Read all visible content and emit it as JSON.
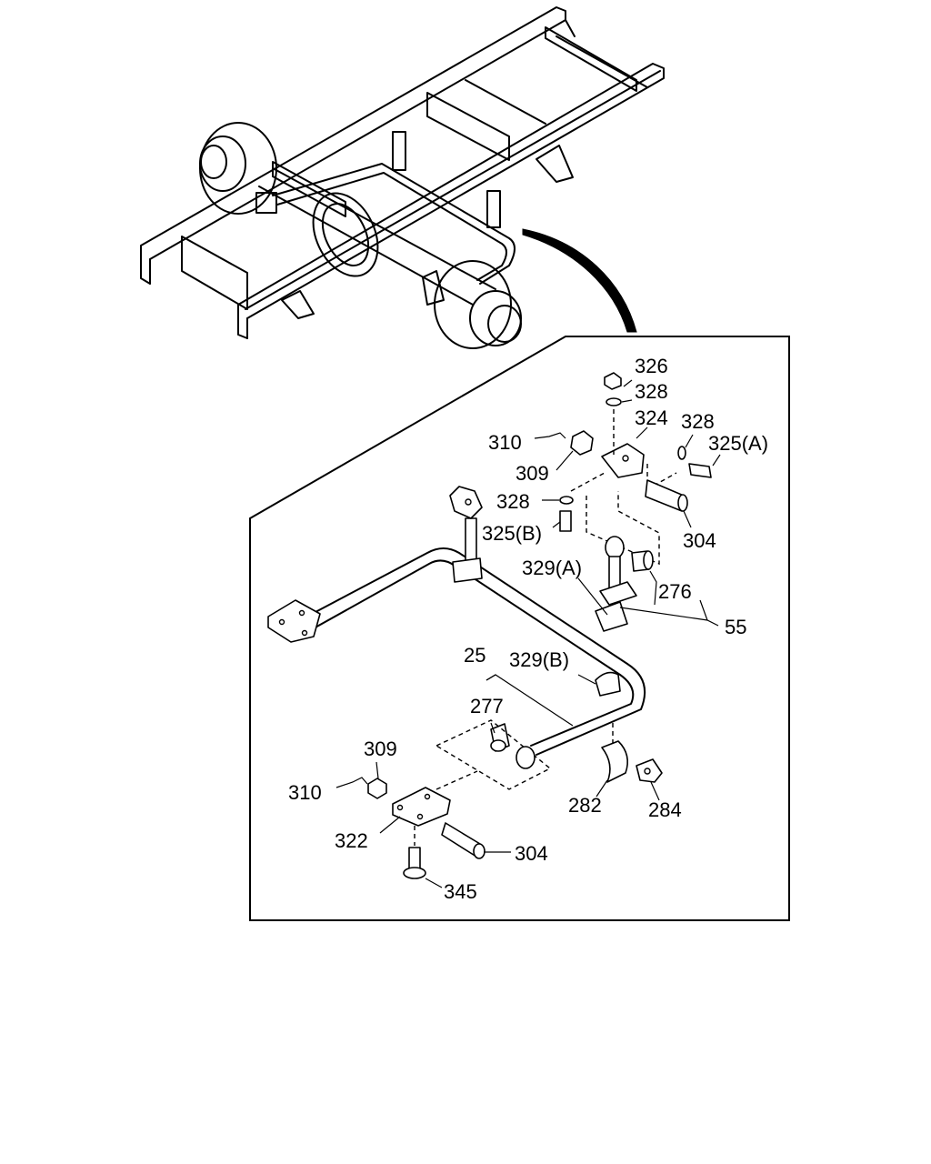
{
  "callouts": {
    "p326": "326",
    "p328_top": "328",
    "p324": "324",
    "p328_right": "328",
    "p325a": "325(A)",
    "p310_top": "310",
    "p309_top": "309",
    "p328_left": "328",
    "p325b": "325(B)",
    "p304_top": "304",
    "p329a": "329(A)",
    "p276": "276",
    "p55": "55",
    "p25": "25",
    "p329b": "329(B)",
    "p277": "277",
    "p309_bottom": "309",
    "p310_bottom": "310",
    "p282": "282",
    "p284": "284",
    "p322": "322",
    "p304_bottom": "304",
    "p345": "345"
  }
}
